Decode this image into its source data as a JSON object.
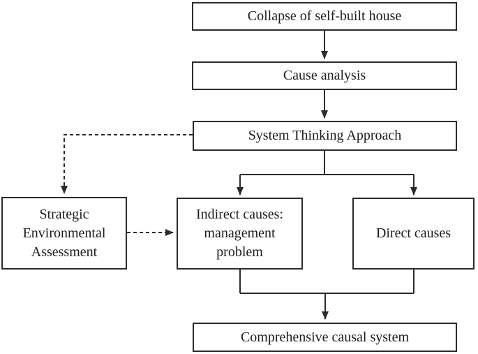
{
  "diagram": {
    "type": "flowchart",
    "nodes": {
      "collapse": {
        "label": "Collapse of self-built house"
      },
      "cause": {
        "label": "Cause analysis"
      },
      "system": {
        "label": "System Thinking Approach"
      },
      "sea": {
        "label": "Strategic Environmental Assessment"
      },
      "indirect": {
        "label": "Indirect causes: management problem"
      },
      "direct": {
        "label": "Direct causes"
      },
      "comprehensive": {
        "label": "Comprehensive causal system"
      }
    },
    "edges": [
      {
        "from": "collapse",
        "to": "cause",
        "style": "solid",
        "arrow": "down"
      },
      {
        "from": "cause",
        "to": "system",
        "style": "solid",
        "arrow": "down"
      },
      {
        "from": "system",
        "to": "indirect",
        "style": "solid",
        "arrow": "down"
      },
      {
        "from": "system",
        "to": "direct",
        "style": "solid",
        "arrow": "down"
      },
      {
        "from": "system",
        "to": "sea",
        "style": "dashed",
        "arrow": "down"
      },
      {
        "from": "sea",
        "to": "indirect",
        "style": "dashed",
        "arrow": "right"
      },
      {
        "from": "indirect",
        "to": "comprehensive",
        "style": "solid",
        "arrow": "down"
      },
      {
        "from": "direct",
        "to": "comprehensive",
        "style": "solid",
        "arrow": "down"
      }
    ],
    "colors": {
      "border": "#2b2b2b",
      "line": "#2b2b2b",
      "text": "#1c1c1c",
      "background": "#ffffff"
    }
  }
}
